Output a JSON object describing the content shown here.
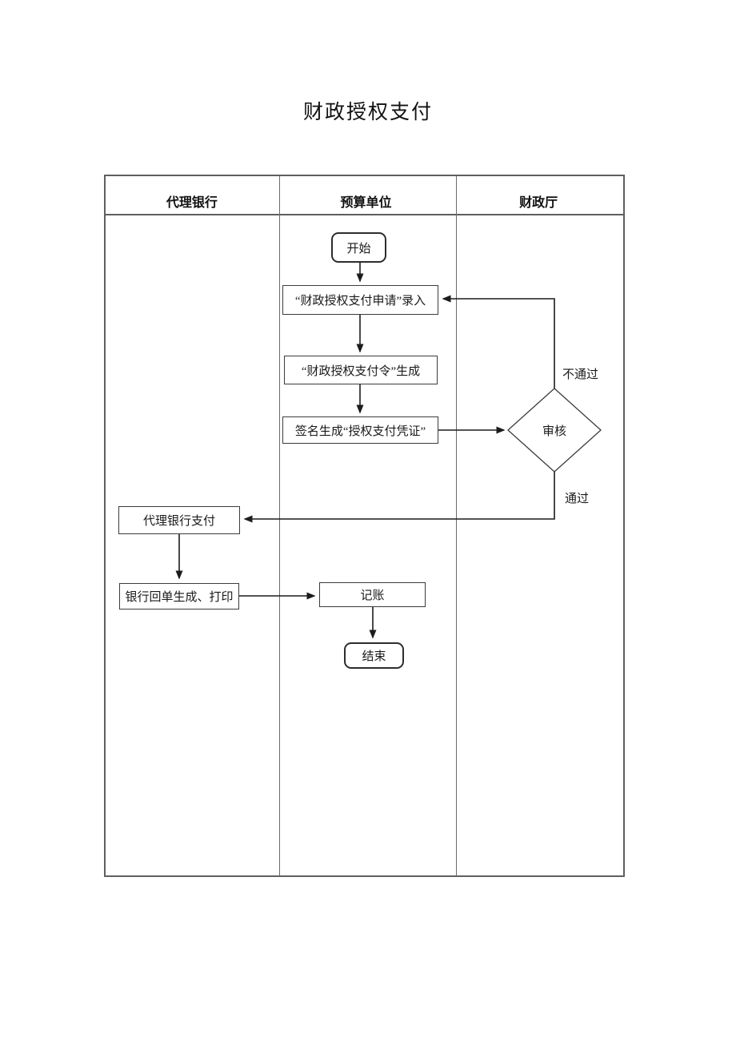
{
  "page": {
    "title": "财政授权支付"
  },
  "swimlanes": {
    "columns": [
      {
        "label": "代理银行"
      },
      {
        "label": "预算单位"
      },
      {
        "label": "财政厅"
      }
    ]
  },
  "flowchart": {
    "nodes": {
      "start": "开始",
      "apply": "“财政授权支付申请”录入",
      "order": "“财政授权支付令”生成",
      "sign": "签名生成“授权支付凭证”",
      "review": "审核",
      "bank_pay": "代理银行支付",
      "receipt": "银行回单生成、打印",
      "record": "记账",
      "end": "结束"
    },
    "edge_labels": {
      "reject": "不通过",
      "pass": "通过"
    }
  },
  "colors": {
    "background": "#ffffff",
    "line": "#1c1c1c",
    "table_border": "#5f5f5f",
    "text": "#1a1a1a"
  }
}
